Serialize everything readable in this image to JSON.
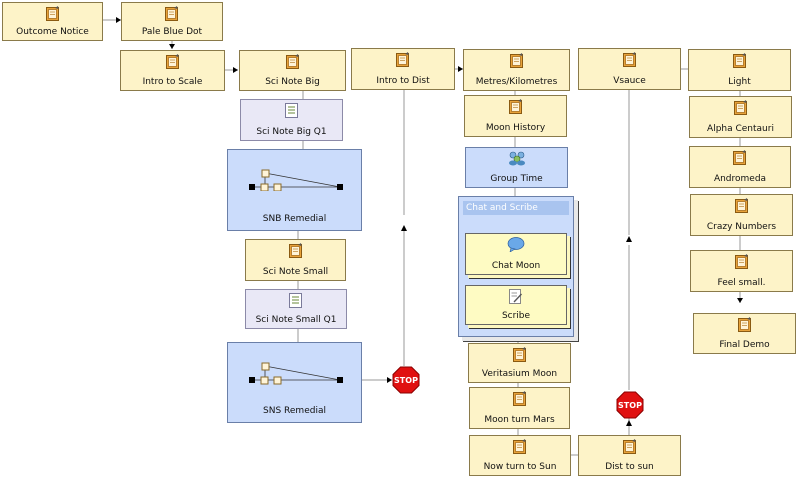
{
  "nodes": {
    "outcome_notice": "Outcome Notice",
    "pale_blue_dot": "Pale Blue Dot",
    "intro_to_scale": "Intro to Scale",
    "sci_note_big": "Sci Note Big",
    "sci_note_big_q1": "Sci Note Big Q1",
    "snb_remedial": "SNB Remedial",
    "sci_note_small": "Sci Note Small",
    "sci_note_small_q1": "Sci Note Small Q1",
    "sns_remedial": "SNS Remedial",
    "intro_to_dist": "Intro to Dist",
    "metres_kilometres": "Metres/Kilometres",
    "moon_history": "Moon History",
    "group_time": "Group Time",
    "chat_and_scribe": "Chat and Scribe",
    "chat_moon": "Chat Moon",
    "scribe": "Scribe",
    "veritasium_moon": "Veritasium Moon",
    "moon_turn_mars": "Moon turn Mars",
    "now_turn_to_sun": "Now turn to Sun",
    "dist_to_sun": "Dist to sun",
    "vsauce": "Vsauce",
    "light": "Light",
    "alpha_centauri": "Alpha Centauri",
    "andromeda": "Andromeda",
    "crazy_numbers": "Crazy Numbers",
    "feel_small": "Feel small.",
    "final_demo": "Final Demo"
  },
  "stop_label": "STOP",
  "colors": {
    "activity_fill": "#fdf3c8",
    "question_fill": "#e9e8f6",
    "branch_fill": "#cbdcfb",
    "collab_fill": "#fefbc3",
    "stop_red": "#e01010"
  },
  "icons": {
    "activity": "notebook-icon",
    "question": "checklist-icon",
    "branching": "branching-icon",
    "group": "group-icon",
    "chat": "chat-bubble-icon",
    "scribe": "scribe-icon",
    "stop": "stop-sign-icon"
  }
}
